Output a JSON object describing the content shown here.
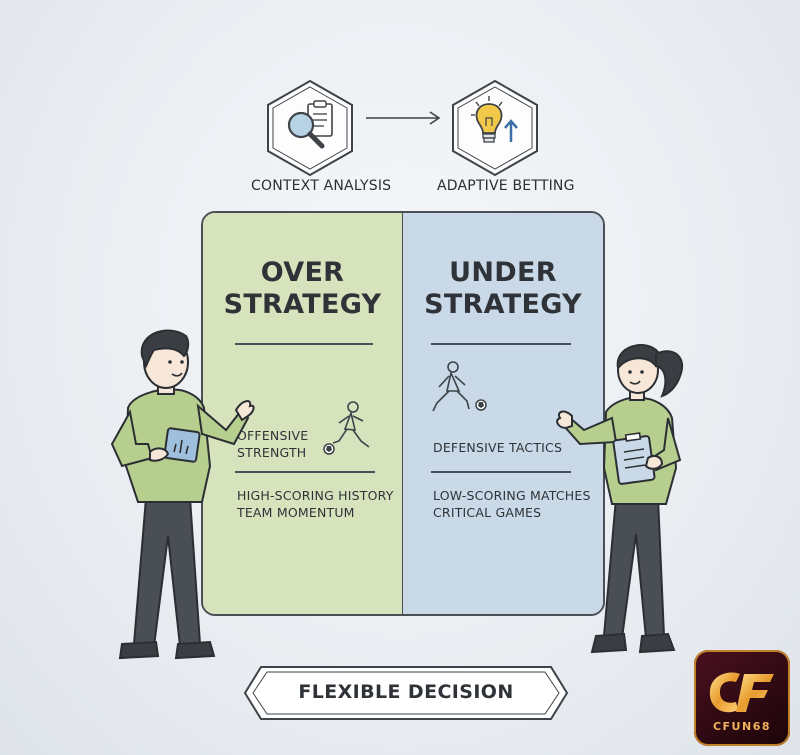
{
  "top": {
    "left_label": "CONTEXT ANALYSIS",
    "right_label": "ADAPTIVE BETTING",
    "left_icon": "magnifier-clipboard-icon",
    "right_icon": "lightbulb-up-arrow-icon"
  },
  "over": {
    "title_line1": "OVER",
    "title_line2": "STRATEGY",
    "item1_line1": "OFFENSIVE",
    "item1_line2": "STRENGTH",
    "item2_line1": "HIGH-SCORING HISTORY",
    "item2_line2": "TEAM MOMENTUM",
    "icon": "soccer-player-kicking-icon"
  },
  "under": {
    "title_line1": "UNDER",
    "title_line2": "STRATEGY",
    "item1": "DEFENSIVE TACTICS",
    "item2_line1": "LOW-SCORING MATCHES",
    "item2_line2": "CRITICAL GAMES",
    "icon": "soccer-player-running-icon"
  },
  "banner": {
    "label": "FLEXIBLE DECISION"
  },
  "logo": {
    "name": "cfun68-logo",
    "text": "CFUN68"
  },
  "colors": {
    "over_panel": "#d6e3bd",
    "under_panel": "#c9d9e8",
    "outline": "#4a4f55",
    "shirt_green": "#b7cf8e",
    "bulb_yellow": "#f2c84b"
  }
}
